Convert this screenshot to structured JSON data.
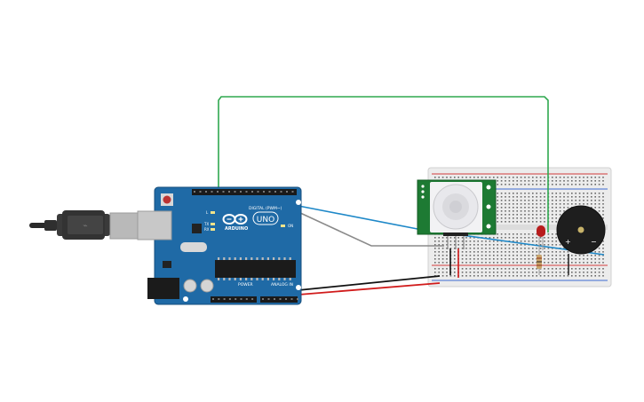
{
  "circuit": {
    "arduino": {
      "brand_text": "ARDUINO",
      "model_text": "UNO",
      "digital_header_text": "DIGITAL (PWM~)",
      "power_header_text": "POWER",
      "analog_header_text": "ANALOG IN",
      "on_text": "ON",
      "led_labels": [
        "L",
        "TX",
        "RX"
      ],
      "board_color": "#1f6aa6"
    },
    "usb_cable": {
      "cable_color": "#3a3a3a"
    },
    "pir_sensor": {
      "board_color": "#1d7a33",
      "dome_color": "#e8e8ec"
    },
    "buzzer": {
      "plus_text": "+",
      "minus_text": "−"
    },
    "led": {
      "color": "#b81c1c"
    },
    "resistor": {
      "color": "#caa46a"
    },
    "breadboard": {
      "color": "#ececec",
      "rail_red": "#d23b3b",
      "rail_blue": "#3b6ad2"
    },
    "wires": [
      {
        "color": "#2fa84f"
      },
      {
        "color": "#1e88c8"
      },
      {
        "color": "#8a8a8a"
      },
      {
        "color": "#111111"
      },
      {
        "color": "#d11b1b"
      }
    ]
  }
}
